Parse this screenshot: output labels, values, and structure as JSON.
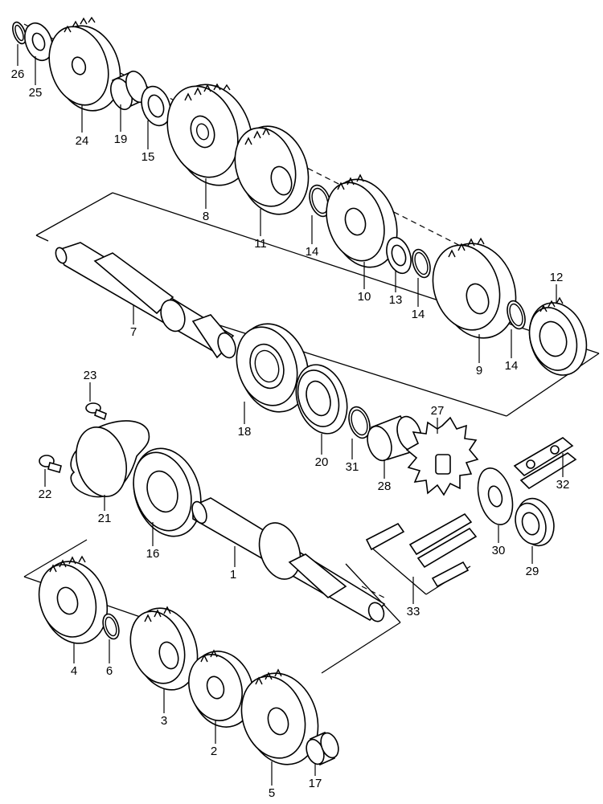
{
  "callouts": {
    "p1": "1",
    "p2": "2",
    "p3": "3",
    "p4": "4",
    "p5": "5",
    "p6": "6",
    "p7": "7",
    "p8": "8",
    "p9": "9",
    "p10": "10",
    "p11": "11",
    "p12": "12",
    "p13": "13",
    "p14a": "14",
    "p14b": "14",
    "p14c": "14",
    "p15": "15",
    "p16": "16",
    "p17": "17",
    "p18": "18",
    "p19": "19",
    "p20": "20",
    "p21": "21",
    "p22": "22",
    "p23": "23",
    "p24": "24",
    "p25": "25",
    "p26": "26",
    "p27": "27",
    "p28": "28",
    "p29": "29",
    "p30": "30",
    "p31": "31",
    "p32": "32",
    "p33": "33"
  }
}
